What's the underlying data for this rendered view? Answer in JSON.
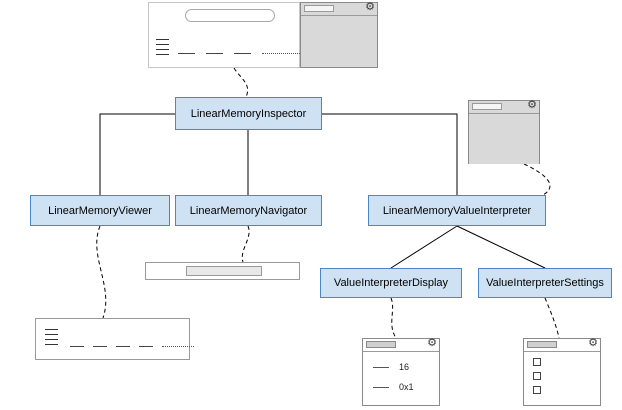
{
  "icons": {
    "gear": "⚙"
  },
  "colors": {
    "node_fill": "#cfe2f3",
    "node_border": "#4a86c8",
    "mockup_gray": "#d9d9d9",
    "connector": "#000000"
  },
  "nodes": {
    "inspector": {
      "label": "LinearMemoryInspector"
    },
    "viewer": {
      "label": "LinearMemoryViewer"
    },
    "navigator": {
      "label": "LinearMemoryNavigator"
    },
    "value_interpreter": {
      "label": "LinearMemoryValueInterpreter"
    },
    "display": {
      "label": "ValueInterpreterDisplay"
    },
    "settings": {
      "label": "ValueInterpreterSettings"
    }
  },
  "display_mockup": {
    "values": [
      "16",
      "0x1"
    ]
  }
}
